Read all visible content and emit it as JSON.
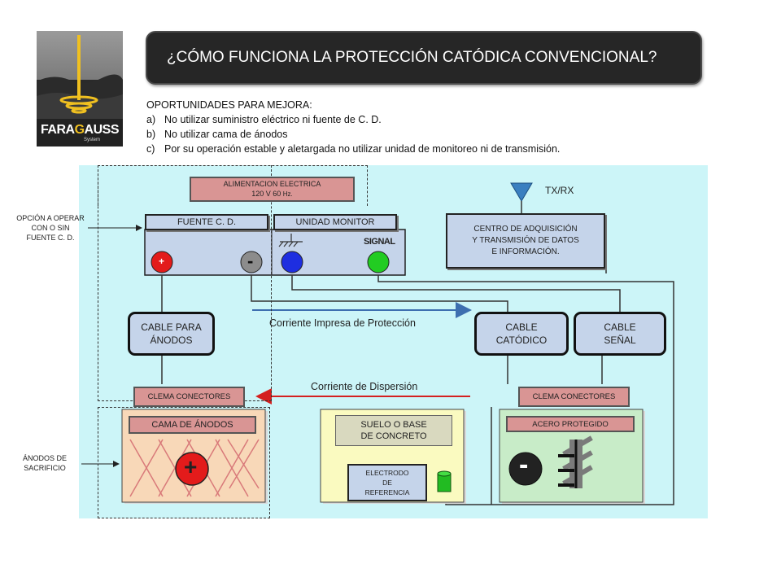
{
  "logo": {
    "brand_part1": "FARA",
    "brand_g": "G",
    "brand_part2": "AUSS",
    "sub": "System"
  },
  "title": "¿CÓMO FUNCIONA LA PROTECCIÓN CATÓDICA CONVENCIONAL?",
  "opportunities": {
    "heading": "OPORTUNIDADES PARA MEJORA:",
    "items": [
      {
        "letter": "a)",
        "text": "No utilizar suministro eléctrico ni fuente de C. D."
      },
      {
        "letter": "b)",
        "text": "No utilizar cama de ánodos"
      },
      {
        "letter": "c)",
        "text": "Por su operación estable y aletargada no utilizar unidad de monitoreo ni de transmisión."
      }
    ]
  },
  "diagram": {
    "power_supply": {
      "line1": "ALIMENTACION ELECTRICA",
      "line2_a": "120 V  60 ",
      "line2_b": "Hz."
    },
    "dc_source": "FUENTE C. D.",
    "monitor_unit": "UNIDAD MONITOR",
    "signal": "SIGNAL",
    "plus": "+",
    "minus": "-",
    "txrx": "TX/RX",
    "data_center": {
      "line1": "CENTRO  DE ADQUISICIÓN",
      "line2": "Y TRANSMISIÓN  DE DATOS",
      "line3": "E INFORMACIÓN."
    },
    "option_label": {
      "line1": "OPCIÓN A OPERAR",
      "line2": "CON O SIN",
      "line3": "FUENTE C. D."
    },
    "cable_anodes": {
      "line1": "CABLE PARA",
      "line2": "ÁNODOS"
    },
    "cable_cathodic": {
      "line1": "CABLE",
      "line2": "CATÓDICO"
    },
    "cable_signal": {
      "line1": "CABLE",
      "line2": "SEÑAL"
    },
    "impressed_current": "Corriente Impresa de Protección",
    "dispersion_current": "Corriente de Dispersión",
    "connectors_left": "CLEMA CONECTORES",
    "connectors_right": "CLEMA CONECTORES",
    "anode_bed": "CAMA DE ÁNODOS",
    "soil": {
      "line1": "SUELO O BASE",
      "line2": "DE CONCRETO"
    },
    "reference_electrode": {
      "line1": "ELECTRODO",
      "line2": "DE",
      "line3": "REFERENCIA"
    },
    "protected_steel": "ACERO PROTEGIDO",
    "sacrificial_label": {
      "line1": "ÁNODOS DE",
      "line2": "SACRIFICIO"
    },
    "colors": {
      "positive": "#e31b1b",
      "negative_terminal": "#8c8c8c",
      "monitor_terminal": "#1e2ee0",
      "signal_terminal": "#22cc22",
      "impressed_arrow": "#3e6fb0",
      "dispersion_arrow": "#d42020",
      "panel_bg": "#ccf5f8"
    }
  }
}
